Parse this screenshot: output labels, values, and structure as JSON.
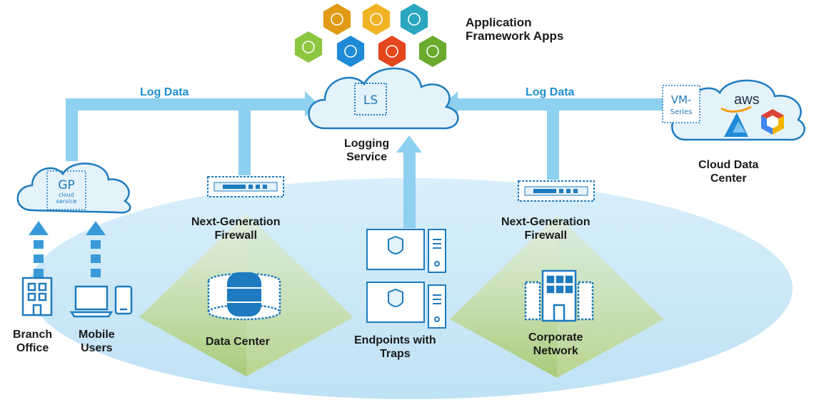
{
  "title": {
    "line1": "Application",
    "line2": "Framework Apps"
  },
  "log_data_left": "Log Data",
  "log_data_right": "Log Data",
  "logging_service": {
    "badge": "LS",
    "line1": "Logging",
    "line2": "Service"
  },
  "gp_cloud": {
    "badge": "GP",
    "sub1": "cloud",
    "sub2": "service"
  },
  "vm_series": {
    "line1": "VM-",
    "line2": "Series"
  },
  "aws": "aws",
  "cloud_data_center": {
    "line1": "Cloud Data",
    "line2": "Center"
  },
  "ngfw_left": {
    "line1": "Next-Generation",
    "line2": "Firewall"
  },
  "ngfw_right": {
    "line1": "Next-Generation",
    "line2": "Firewall"
  },
  "data_center": "Data Center",
  "endpoints": {
    "line1": "Endpoints with",
    "line2": "Traps"
  },
  "corporate_network": {
    "line1": "Corporate",
    "line2": "Network"
  },
  "branch_office": {
    "line1": "Branch",
    "line2": "Office"
  },
  "mobile_users": {
    "line1": "Mobile",
    "line2": "Users"
  },
  "app_icons": [
    {
      "name": "orbit-icon",
      "color": "#e09a14"
    },
    {
      "name": "globe-icon",
      "color": "#f0b323"
    },
    {
      "name": "cloud-link-icon",
      "color": "#2aa6bf"
    },
    {
      "name": "network-nodes-icon",
      "color": "#8dc63f"
    },
    {
      "name": "analytics-icon",
      "color": "#1f8ad6"
    },
    {
      "name": "document-search-icon",
      "color": "#e5461c"
    },
    {
      "name": "alert-light-icon",
      "color": "#6aab2d"
    }
  ],
  "colors": {
    "arrow": "#8dd0f0",
    "ellipse": "#c9e7f7",
    "pyramid": "#b9d48e",
    "icon_blue": "#1e7bbf",
    "label_blue": "#1e8fd0"
  }
}
